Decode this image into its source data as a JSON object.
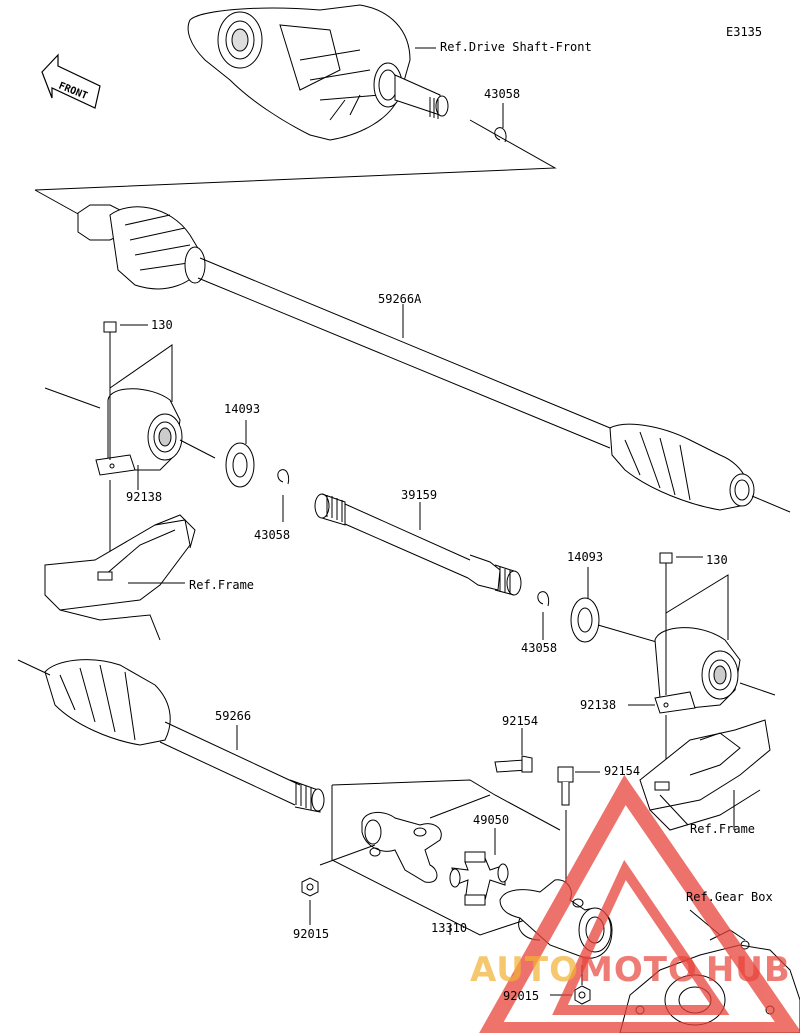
{
  "diagram_id": "E3135",
  "direction_label": "FRONT",
  "refs": {
    "drive_shaft_front": "Ref.Drive Shaft-Front",
    "frame_1": "Ref.Frame",
    "frame_2": "Ref.Frame",
    "gear_box": "Ref.Gear Box"
  },
  "parts": {
    "p43058_top": "43058",
    "p59266A": "59266A",
    "p130_left": "130",
    "p14093_left": "14093",
    "p92138_left": "92138",
    "p43058_mid": "43058",
    "p39159": "39159",
    "p14093_right": "14093",
    "p130_right": "130",
    "p43058_right": "43058",
    "p92138_right": "92138",
    "p59266": "59266",
    "p92154_a": "92154",
    "p92154_b": "92154",
    "p49050": "49050",
    "p92015_left": "92015",
    "p13310": "13310",
    "p92015_bottom": "92015"
  },
  "watermark": {
    "text_left": "AUTO",
    "text_mid": "MOTO",
    "text_right": "HUB",
    "color": "#e8443a"
  }
}
